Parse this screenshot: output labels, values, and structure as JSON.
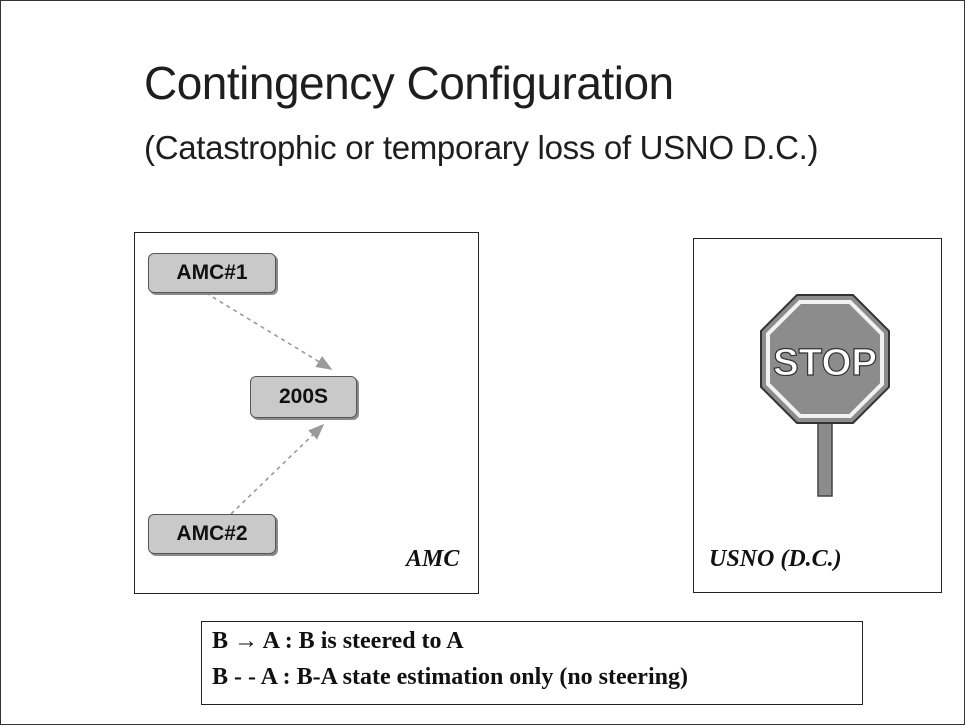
{
  "slide": {
    "title": "Contingency Configuration",
    "subtitle": "(Catastrophic or temporary loss of USNO D.C.)"
  },
  "diagram": {
    "nodes": {
      "amc1": "AMC#1",
      "center": "200S",
      "amc2": "AMC#2"
    },
    "edges": [
      {
        "from": "AMC#1",
        "to": "200S",
        "style": "dashed"
      },
      {
        "from": "AMC#2",
        "to": "200S",
        "style": "dashed"
      }
    ],
    "panels": {
      "amc_label": "AMC",
      "usno_label": "USNO (D.C.)"
    },
    "stop_sign_text": "STOP"
  },
  "legend": {
    "line1": "B → A : B is steered to A",
    "line2": "B - - A : B-A state estimation only (no steering)"
  },
  "colors": {
    "node_fill": "#c9c9c9",
    "edge": "#9a9a9a",
    "stop_sign": "#8c8c8c"
  }
}
